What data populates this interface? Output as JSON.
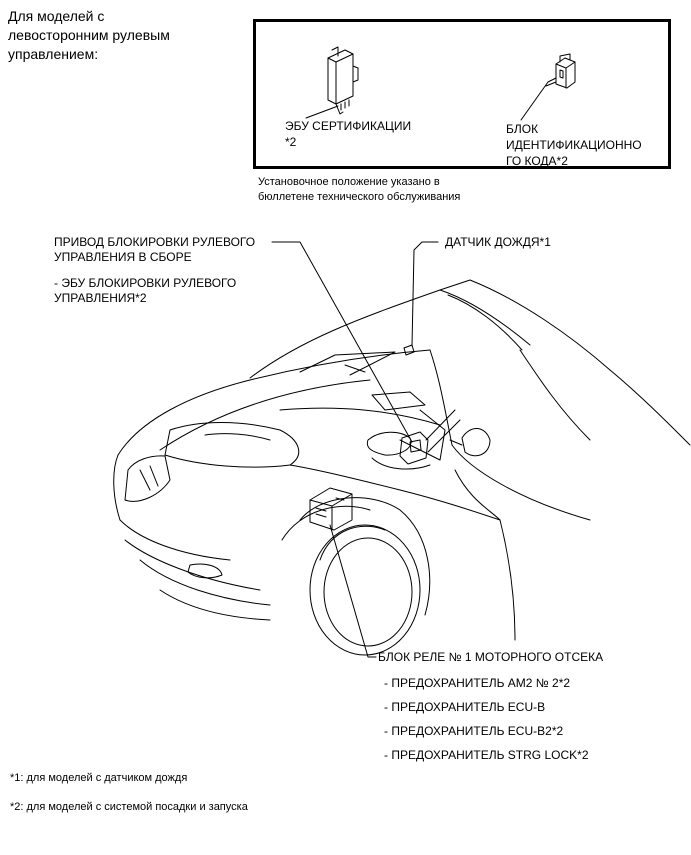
{
  "header": {
    "line1": "Для моделей с",
    "line2": "левосторонним рулевым",
    "line3": "управлением:"
  },
  "inset": {
    "ecu_cert_line1": "ЭБУ СЕРТИФИКАЦИИ",
    "ecu_cert_line2": "*2",
    "id_block_line1": "БЛОК",
    "id_block_line2": "ИДЕНТИФИКАЦИОННО",
    "id_block_line3": "ГО КОДА*2",
    "note_line1": "Установочное положение указано в",
    "note_line2": "бюллетене технического обслуживания"
  },
  "labels": {
    "steering_lock_line1": "ПРИВОД БЛОКИРОВКИ РУЛЕВОГО",
    "steering_lock_line2": "УПРАВЛЕНИЯ В СБОРЕ",
    "steering_ecu_line1": "- ЭБУ БЛОКИРОВКИ РУЛЕВОГО",
    "steering_ecu_line2": "УПРАВЛЕНИЯ*2",
    "rain_sensor": "ДАТЧИК ДОЖДЯ*1",
    "relay_block": "БЛОК РЕЛЕ № 1 МОТОРНОГО ОТСЕКА",
    "fuse_am2": "- ПРЕДОХРАНИТЕЛЬ AM2 № 2*2",
    "fuse_ecub": "- ПРЕДОХРАНИТЕЛЬ ECU-B",
    "fuse_ecub2": "- ПРЕДОХРАНИТЕЛЬ ECU-B2*2",
    "fuse_strg": "- ПРЕДОХРАНИТЕЛЬ STRG LOCK*2"
  },
  "footnotes": {
    "note1": "*1: для моделей с датчиком дождя",
    "note2": "*2: для моделей с системой посадки и запуска"
  }
}
